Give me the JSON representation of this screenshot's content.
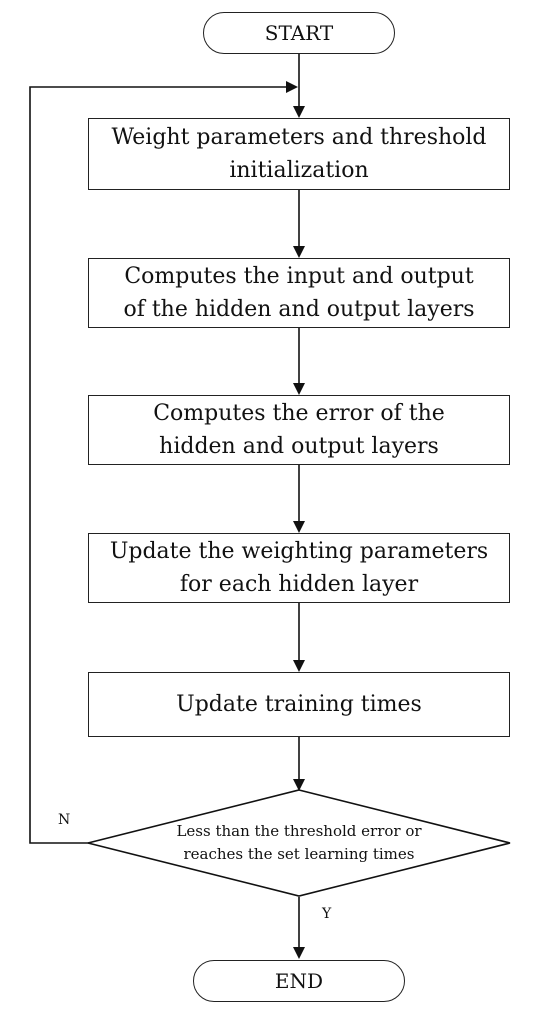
{
  "flowchart": {
    "start": "START",
    "steps": [
      {
        "line1": "Weight parameters and threshold",
        "line2": "initialization"
      },
      {
        "line1": "Computes the input and output",
        "line2": "of the hidden and output layers"
      },
      {
        "line1": "Computes the error of the",
        "line2": "hidden and output layers"
      },
      {
        "line1": "Update the weighting parameters",
        "line2": "for each hidden layer"
      },
      {
        "line1": "Update training times"
      }
    ],
    "decision": {
      "line1": "Less than the threshold error or",
      "line2": "reaches the set learning times"
    },
    "no_label": "N",
    "yes_label": "Y",
    "end": "END"
  }
}
